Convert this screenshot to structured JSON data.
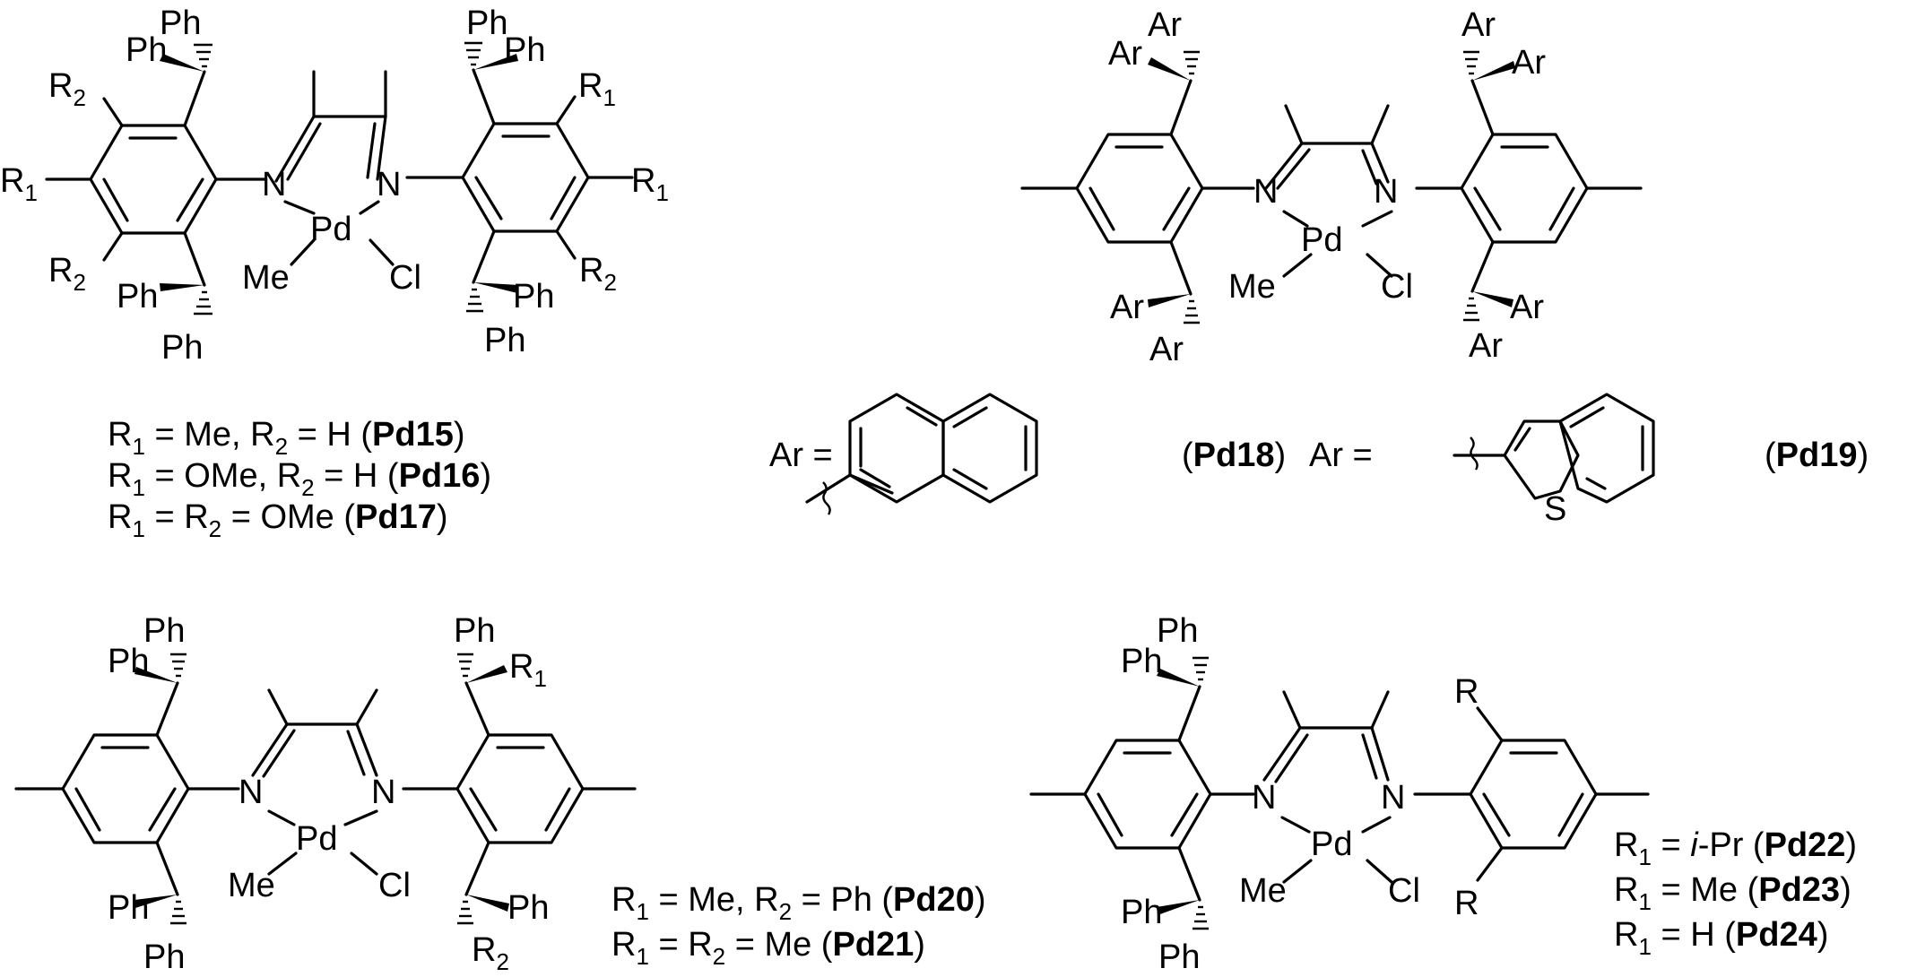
{
  "labels": {
    "ph": "Ph",
    "ar": "Ar",
    "n": "N",
    "pd": "Pd",
    "me": "Me",
    "cl": "Cl",
    "r": "R",
    "r1": "R",
    "r2": "R",
    "sub1": "1",
    "sub2": "2",
    "s": "S",
    "ar_eq": "Ar ="
  },
  "legend_pd15_17": [
    [
      {
        "t": "R"
      },
      {
        "t": "1",
        "sub": true
      },
      {
        "t": " = Me, R"
      },
      {
        "t": "2",
        "sub": true
      },
      {
        "t": " = H ("
      },
      {
        "t": "Pd15",
        "b": true
      },
      {
        "t": ")"
      }
    ],
    [
      {
        "t": "R"
      },
      {
        "t": "1",
        "sub": true
      },
      {
        "t": " = OMe, R"
      },
      {
        "t": "2",
        "sub": true
      },
      {
        "t": " = H ("
      },
      {
        "t": "Pd16",
        "b": true
      },
      {
        "t": ")"
      }
    ],
    [
      {
        "t": "R"
      },
      {
        "t": "1",
        "sub": true
      },
      {
        "t": " = R"
      },
      {
        "t": "2",
        "sub": true
      },
      {
        "t": " = OMe ("
      },
      {
        "t": "Pd17",
        "b": true
      },
      {
        "t": ")"
      }
    ]
  ],
  "legend_pd18": [
    {
      "t": "("
    },
    {
      "t": "Pd18",
      "b": true
    },
    {
      "t": ")"
    }
  ],
  "legend_pd19": [
    {
      "t": "("
    },
    {
      "t": "Pd19",
      "b": true
    },
    {
      "t": ")"
    }
  ],
  "legend_pd20_21": [
    [
      {
        "t": "R"
      },
      {
        "t": "1",
        "sub": true
      },
      {
        "t": " = Me, R"
      },
      {
        "t": "2",
        "sub": true
      },
      {
        "t": " = Ph ("
      },
      {
        "t": "Pd20",
        "b": true
      },
      {
        "t": ")"
      }
    ],
    [
      {
        "t": "R"
      },
      {
        "t": "1",
        "sub": true
      },
      {
        "t": " = R"
      },
      {
        "t": "2",
        "sub": true
      },
      {
        "t": " = Me ("
      },
      {
        "t": "Pd21",
        "b": true
      },
      {
        "t": ")"
      }
    ]
  ],
  "legend_pd22_24": [
    [
      {
        "t": "R"
      },
      {
        "t": "1",
        "sub": true
      },
      {
        "t": " = "
      },
      {
        "t": "i",
        "i": true
      },
      {
        "t": "-Pr ("
      },
      {
        "t": "Pd22",
        "b": true
      },
      {
        "t": ")"
      }
    ],
    [
      {
        "t": "R"
      },
      {
        "t": "1",
        "sub": true
      },
      {
        "t": " = Me ("
      },
      {
        "t": "Pd23",
        "b": true
      },
      {
        "t": ")"
      }
    ],
    [
      {
        "t": "R"
      },
      {
        "t": "1",
        "sub": true
      },
      {
        "t": " = H ("
      },
      {
        "t": "Pd24",
        "b": true
      },
      {
        "t": ")"
      }
    ]
  ]
}
